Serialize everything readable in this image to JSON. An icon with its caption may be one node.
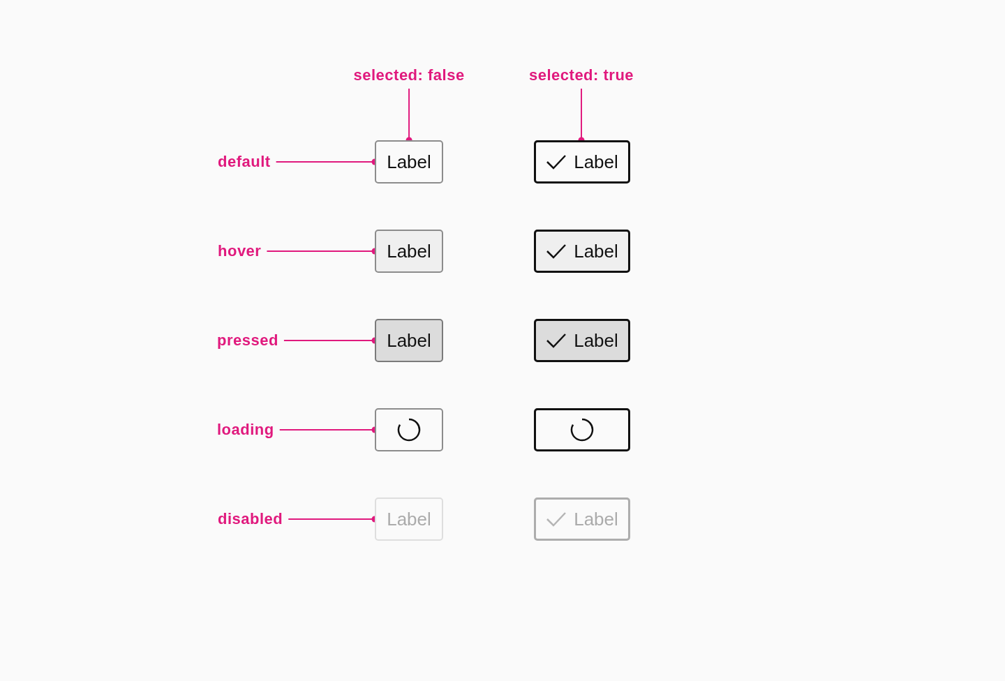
{
  "diagram": {
    "nodes": [
      {
        "text": [
          "selected: false"
        ]
      },
      {
        "text": [
          "selected: true"
        ]
      },
      {
        "text": [
          "default"
        ]
      },
      {
        "text": [
          "hover"
        ]
      },
      {
        "text": [
          "pressed"
        ]
      },
      {
        "text": [
          "loading"
        ]
      },
      {
        "text": [
          "disabled"
        ]
      },
      {
        "text": [
          "Label"
        ]
      },
      {
        "text": [
          "Label"
        ]
      },
      {
        "text": [
          "Label"
        ]
      },
      {
        "text": [
          "Label"
        ]
      },
      {
        "text": [
          "Label"
        ]
      },
      {
        "text": [
          "Label"
        ]
      },
      {
        "text": [],
        "shape": "box"
      },
      {
        "text": [],
        "shape": "box"
      },
      {
        "text": [
          "Label"
        ]
      },
      {
        "text": [
          "Label"
        ]
      }
    ],
    "edges": [
      {
        "from": 0,
        "to": 7,
        "arrow": "other"
      },
      {
        "from": 1,
        "to": 8,
        "arrow": "other"
      },
      {
        "from": 2,
        "to": 7,
        "arrow": "other"
      },
      {
        "from": 3,
        "to": 9,
        "arrow": "other"
      },
      {
        "from": 4,
        "to": 11,
        "arrow": "other"
      },
      {
        "from": 5,
        "to": 13,
        "arrow": "other"
      },
      {
        "from": 6,
        "to": 15,
        "arrow": "other"
      }
    ]
  }
}
